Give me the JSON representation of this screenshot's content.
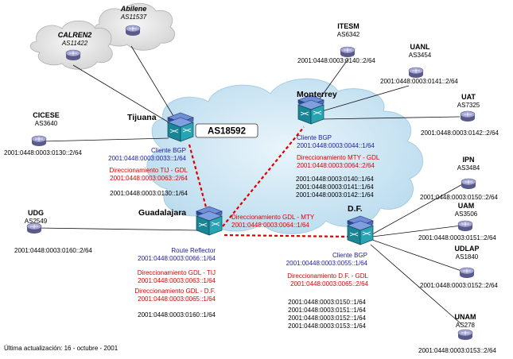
{
  "colors": {
    "cloud": "#cfe6f3",
    "cloud_edge": "#9fc6dc",
    "small_cloud": "#e6e6e6",
    "router_face": "#1c8c9c",
    "router_top": "#7a9ad8",
    "blue_text": "#2020a0",
    "red_text": "#e00000",
    "link_red": "#e00000"
  },
  "as_label": "AS18592",
  "top_clouds": [
    {
      "name": "Abilene",
      "asn": "AS11537"
    },
    {
      "name": "CALREN2",
      "asn": "AS11422"
    }
  ],
  "nodes": {
    "tijuana": {
      "title": "Tijuana",
      "role": "Cliente BGP",
      "addr": "2001:0448:0003:0033::1/64",
      "routing_label": "Direccionamiento TIJ - GDL",
      "routing_addr": "2001:0448:0003:0063::2/64",
      "extra": "2001:0448:0003:0130::1/64"
    },
    "monterrey": {
      "title": "Monterrey",
      "role": "Cliente BGP",
      "addr": "2001:0448:0003:0044::1/64",
      "routing_label": "Direccionamiento MTY - GDL",
      "routing_addr": "2001:0448:0003:0064::2/64",
      "extra": [
        "2001:0448:0003:0140::1/64",
        "2001:0448:0003:0141::1/64",
        "2001:0448:0003:0142::1/64"
      ]
    },
    "guadalajara": {
      "title": "Guadalajara",
      "role": "Route Reflector",
      "addr": "2001:0448:0003:0066::1/64",
      "routing": [
        {
          "label": "Direccionamiento GDL - TIJ",
          "addr": "2001:0448:0003:0063::1/64"
        },
        {
          "label": "Direccionamiento GDL - D.F.",
          "addr": "2001:0448:0003:0065::1/64"
        }
      ],
      "extra": "2001:0448:0003:0160::1/64",
      "link_mty_label": "Direccionamiento GDL - MTY",
      "link_mty_addr": "2001:0448:0003:0064::1/64"
    },
    "df": {
      "title": "D.F.",
      "role": "Cliente BGP",
      "addr": "2001:00448:0003:0055::1/64",
      "routing_label": "Direccionamiento D.F. - GDL",
      "routing_addr": "2001:0448:0003:0065::2/64",
      "extra": [
        "2001:0448:0003:0150::1/64",
        "2001:0448:0003:0151::1/64",
        "2001:0448:0003:0152::1/64",
        "2001:0448:0003:0153::1/64"
      ]
    }
  },
  "sites": [
    {
      "name": "CICESE",
      "asn": "AS3640",
      "addr": "2001:0448:0003:0130::2/64"
    },
    {
      "name": "UDG",
      "asn": "AS2549",
      "addr": "2001:0448:0003:0160::2/64"
    },
    {
      "name": "ITESM",
      "asn": "AS6342",
      "addr": "2001:0448:0003:0140::2/64"
    },
    {
      "name": "UANL",
      "asn": "AS3454",
      "addr": "2001:0448:0003:0141::2/64"
    },
    {
      "name": "UAT",
      "asn": "AS7325",
      "addr": "2001:0448:0003:0142::2/64"
    },
    {
      "name": "IPN",
      "asn": "AS3484",
      "addr": "2001:0448:0003:0150::2/64"
    },
    {
      "name": "UAM",
      "asn": "AS3506",
      "addr": "2001:0448:0003:0151::2/64"
    },
    {
      "name": "UDLAP",
      "asn": "AS1840",
      "addr": "2001:0448:0003:0152::2/64"
    },
    {
      "name": "UNAM",
      "asn": "AS278",
      "addr": "2001:0448:0003:0153::2/64"
    }
  ],
  "footer": "Última actualización: 16 - octubre - 2001"
}
